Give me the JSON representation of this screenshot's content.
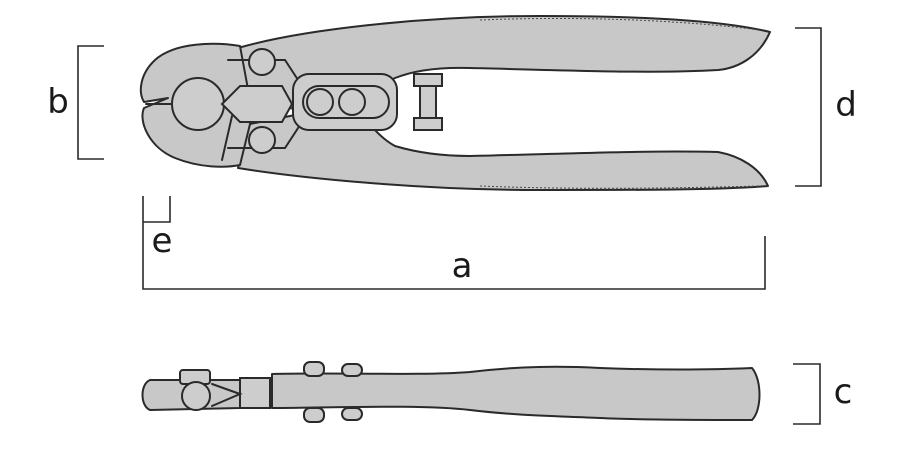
{
  "diagram": {
    "dimension_labels": {
      "a": "a",
      "b": "b",
      "c": "c",
      "d": "d",
      "e": "e"
    },
    "colors": {
      "tool_fill": "#c8c8c8",
      "outline": "#2a2a2a",
      "label": "#1a1a1a"
    }
  }
}
